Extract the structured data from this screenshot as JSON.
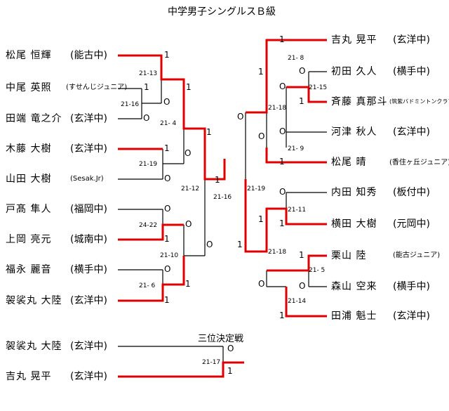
{
  "title": "中学男子シングルスＢ級",
  "third_place_title": "三位決定戦",
  "left_players": [
    {
      "name": "松尾 恒輝",
      "club": "(能古中)",
      "small": false
    },
    {
      "name": "中尾 英照",
      "club": "(すせんじジュニア)",
      "small": true
    },
    {
      "name": "田端 竜之介",
      "club": "(玄洋中)",
      "small": false
    },
    {
      "name": "木藤 大樹",
      "club": "(玄洋中)",
      "small": false
    },
    {
      "name": "山田 大樹",
      "club": "(Sesak.Jr)",
      "small": true
    },
    {
      "name": "戸髙 隼人",
      "club": "(福岡中)",
      "small": false
    },
    {
      "name": "上岡 亮元",
      "club": "(城南中)",
      "small": false
    },
    {
      "name": "福永 麗音",
      "club": "(横手中)",
      "small": false
    },
    {
      "name": "袈裟丸 大陸",
      "club": "(玄洋中)",
      "small": false
    }
  ],
  "right_players": [
    {
      "name": "吉丸 晃平",
      "club": "(玄洋中)",
      "small": false
    },
    {
      "name": "初田 久人",
      "club": "(横手中)",
      "small": false
    },
    {
      "name": "斉藤 真那斗",
      "club": "(筑紫バドミントンクラブ)",
      "small": true
    },
    {
      "name": "河津 秋人",
      "club": "(玄洋中)",
      "small": false
    },
    {
      "name": "松尾 晴",
      "club": "(香住ヶ丘ジュニア)",
      "small": true
    },
    {
      "name": "内田 知秀",
      "club": "(板付中)",
      "small": false
    },
    {
      "name": "横田 大樹",
      "club": "(元岡中)",
      "small": false
    },
    {
      "name": "栗山 陸",
      "club": "(能古ジュニア)",
      "small": true
    },
    {
      "name": "森山 空来",
      "club": "(横手中)",
      "small": false
    },
    {
      "name": "田浦 魁士",
      "club": "(玄洋中)",
      "small": false
    }
  ],
  "third_place_players": [
    {
      "name": "袈裟丸 大陸",
      "club": "(玄洋中)",
      "small": false
    },
    {
      "name": "吉丸 晃平",
      "club": "(玄洋中)",
      "small": false
    }
  ],
  "scores": {
    "l_13": "21-13",
    "l_16": "21-16",
    "l_4": "21- 4",
    "l_19": "21-19",
    "l_12": "21-12",
    "l_22": "24-22",
    "l_10": "21-10",
    "l_6": "21- 6",
    "c_16": "21-16",
    "r_8": "21- 8",
    "r_15": "21-15",
    "r_18a": "21-18",
    "r_9": "21- 9",
    "r_19": "21-19",
    "r_11": "21-11",
    "r_18b": "21-18",
    "r_5": "21- 5",
    "r_14": "21-14",
    "third": "21-17"
  },
  "results": {
    "one": "1",
    "zero": "O"
  }
}
